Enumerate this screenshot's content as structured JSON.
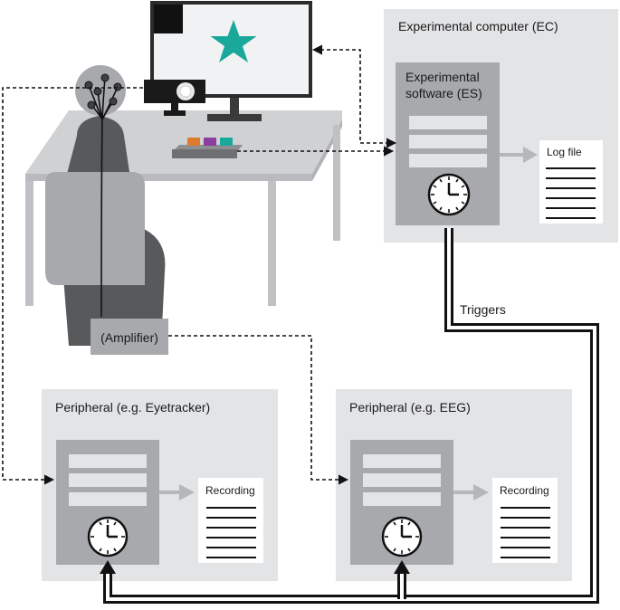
{
  "experimental_computer": {
    "title": "Experimental computer (EC)",
    "software_line1": "Experimental",
    "software_line2": "software (ES)",
    "log_label": "Log file"
  },
  "peripheral_eyetracker": {
    "title": "Peripheral (e.g. Eyetracker)",
    "recording_label": "Recording"
  },
  "peripheral_eeg": {
    "title": "Peripheral (e.g. EEG)",
    "recording_label": "Recording"
  },
  "amplifier": {
    "label": "(Amplifier)"
  },
  "triggers": {
    "label": "Triggers"
  },
  "colors": {
    "star": "#1aa89a",
    "button_orange": "#e07a2e",
    "button_purple": "#8a3fa0",
    "button_teal": "#1aa89a",
    "panel_light": "#e3e4e6",
    "panel_mid": "#a7a9ac"
  }
}
